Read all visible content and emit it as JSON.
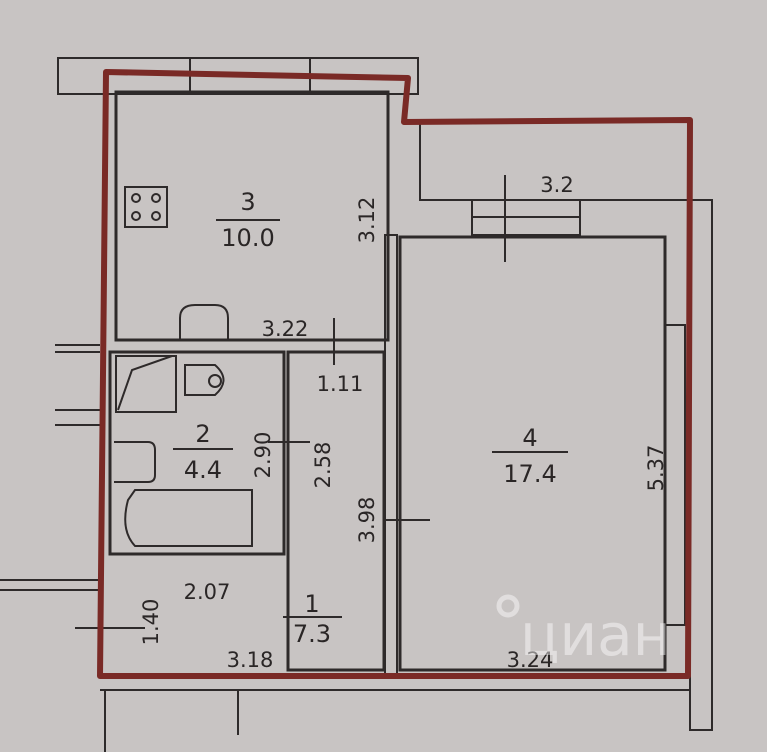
{
  "rooms": [
    {
      "number": "3",
      "area": "10.0"
    },
    {
      "number": "2",
      "area": "4.4"
    },
    {
      "number": "1",
      "area": "7.3"
    },
    {
      "number": "4",
      "area": "17.4"
    }
  ],
  "dimensions": {
    "kitchen_height": "3.12",
    "kitchen_width": "3.22",
    "balcony_width": "3.2",
    "corridor_width": "1.11",
    "bath_height": "2.90",
    "corridor_height": "2.58",
    "hall_height": "3.98",
    "room_height": "5.37",
    "hall_upper_width": "2.07",
    "entry_width": "1.40",
    "hall_width": "3.18",
    "room_width": "3.24"
  },
  "watermark": {
    "logo_text": "циан"
  },
  "colors": {
    "outline": "#7a2a26",
    "walls": "#2e2a2a",
    "paper": "#c8c4c3"
  }
}
